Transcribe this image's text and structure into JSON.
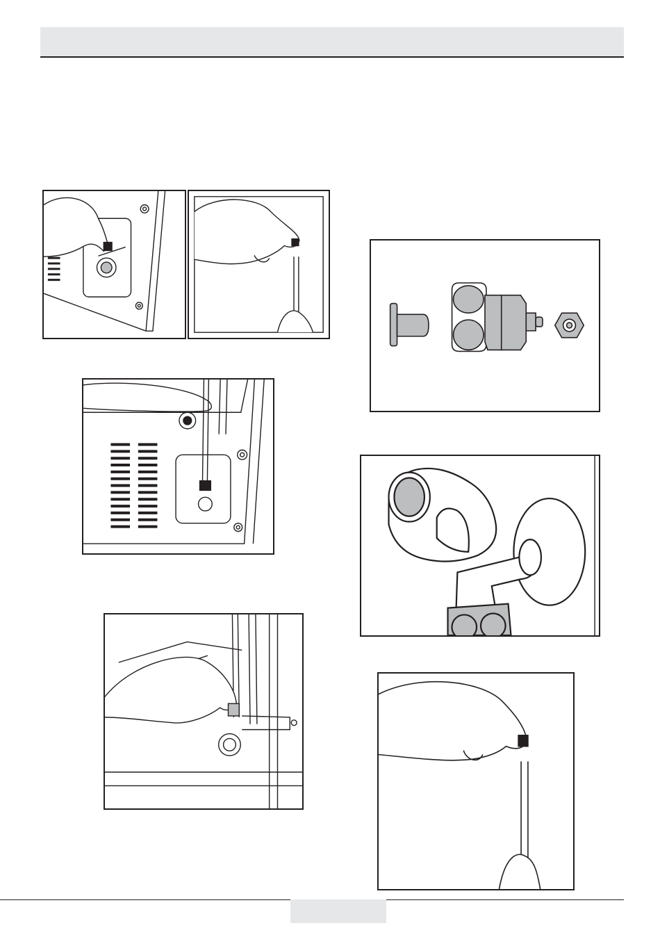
{
  "page": {
    "header_title": "",
    "page_number": ""
  },
  "colors": {
    "header_background": "#e6e7e8",
    "ink": "#231f20",
    "metal_fill": "#bcbec0"
  },
  "figures": [
    {
      "id": "step-remove-plug",
      "description_icons": [
        "hand-icon",
        "water-inlet-icon"
      ]
    },
    {
      "id": "step-cut-pipe",
      "description_icons": [
        "hand-icon",
        "pipe-icon",
        "nut-icon"
      ]
    },
    {
      "id": "step-connect-pipe",
      "description_icons": [
        "hand-icon",
        "water-inlet-icon"
      ]
    },
    {
      "id": "step-secure-pipe",
      "description_icons": [
        "hand-icon",
        "clip-icon"
      ]
    },
    {
      "id": "fitting-parts",
      "description_icons": [
        "plug-icon",
        "valve-icon",
        "nut-icon"
      ]
    },
    {
      "id": "tap-valve",
      "description_icons": [
        "tap-icon"
      ]
    },
    {
      "id": "pipe-nut-closeup",
      "description_icons": [
        "hand-icon",
        "pipe-icon",
        "nut-icon"
      ]
    }
  ]
}
